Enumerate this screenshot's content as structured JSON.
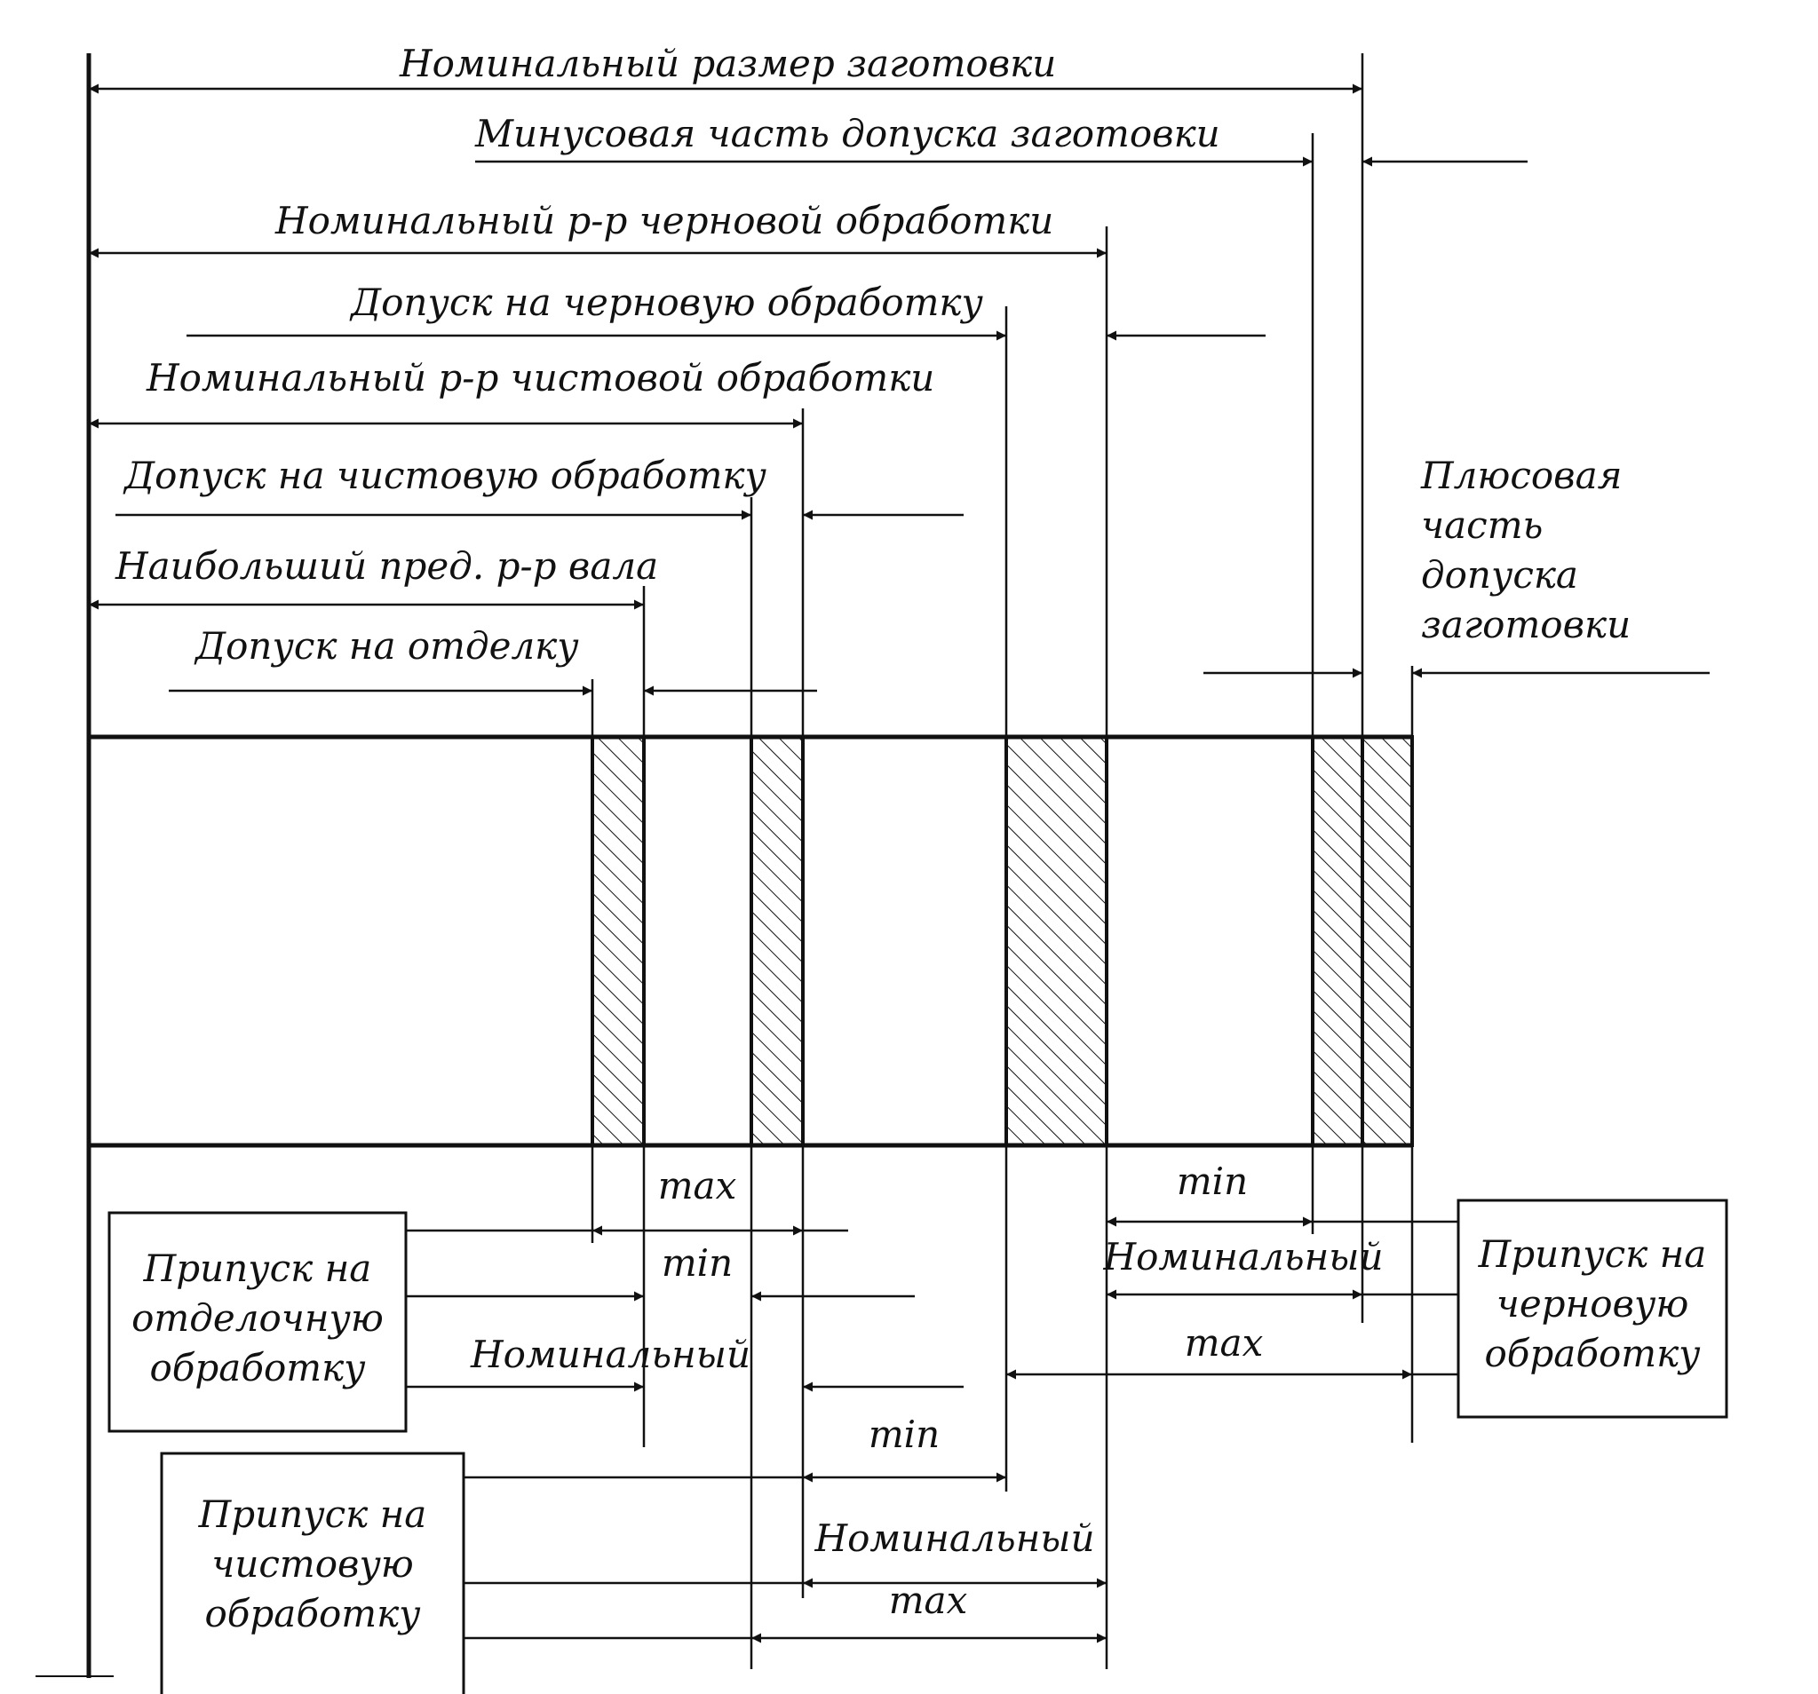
{
  "labels": {
    "nominal_blank": "Номинальный размер заготовки",
    "minus_tol_blank": "Минусовая часть допуска заготовки",
    "nominal_rough": "Номинальный р-р черновой обработки",
    "tol_rough": "Допуск на черновую обработку",
    "nominal_finish": "Номинальный р-р чистовой обработки",
    "tol_finish": "Допуск на чистовую обработку",
    "max_shaft": "Наибольший пред. р-р вала",
    "tol_polish": "Допуск на отделку",
    "plus_tol_blank": [
      "Плюсовая",
      "часть",
      "допуска",
      "заготовки"
    ]
  },
  "allowance_polish": {
    "box": [
      "Припуск на",
      "отделочную",
      "обработку"
    ],
    "max": "max",
    "min": "min",
    "nominal": "Номинальный"
  },
  "allowance_finish": {
    "box": [
      "Припуск на",
      "чистовую",
      "обработку"
    ],
    "min": "min",
    "nominal": "Номинальный",
    "max": "max"
  },
  "allowance_rough": {
    "box": [
      "Припуск на",
      "черновую",
      "обработку"
    ],
    "min": "min",
    "nominal": "Номинальный",
    "max": "max"
  }
}
